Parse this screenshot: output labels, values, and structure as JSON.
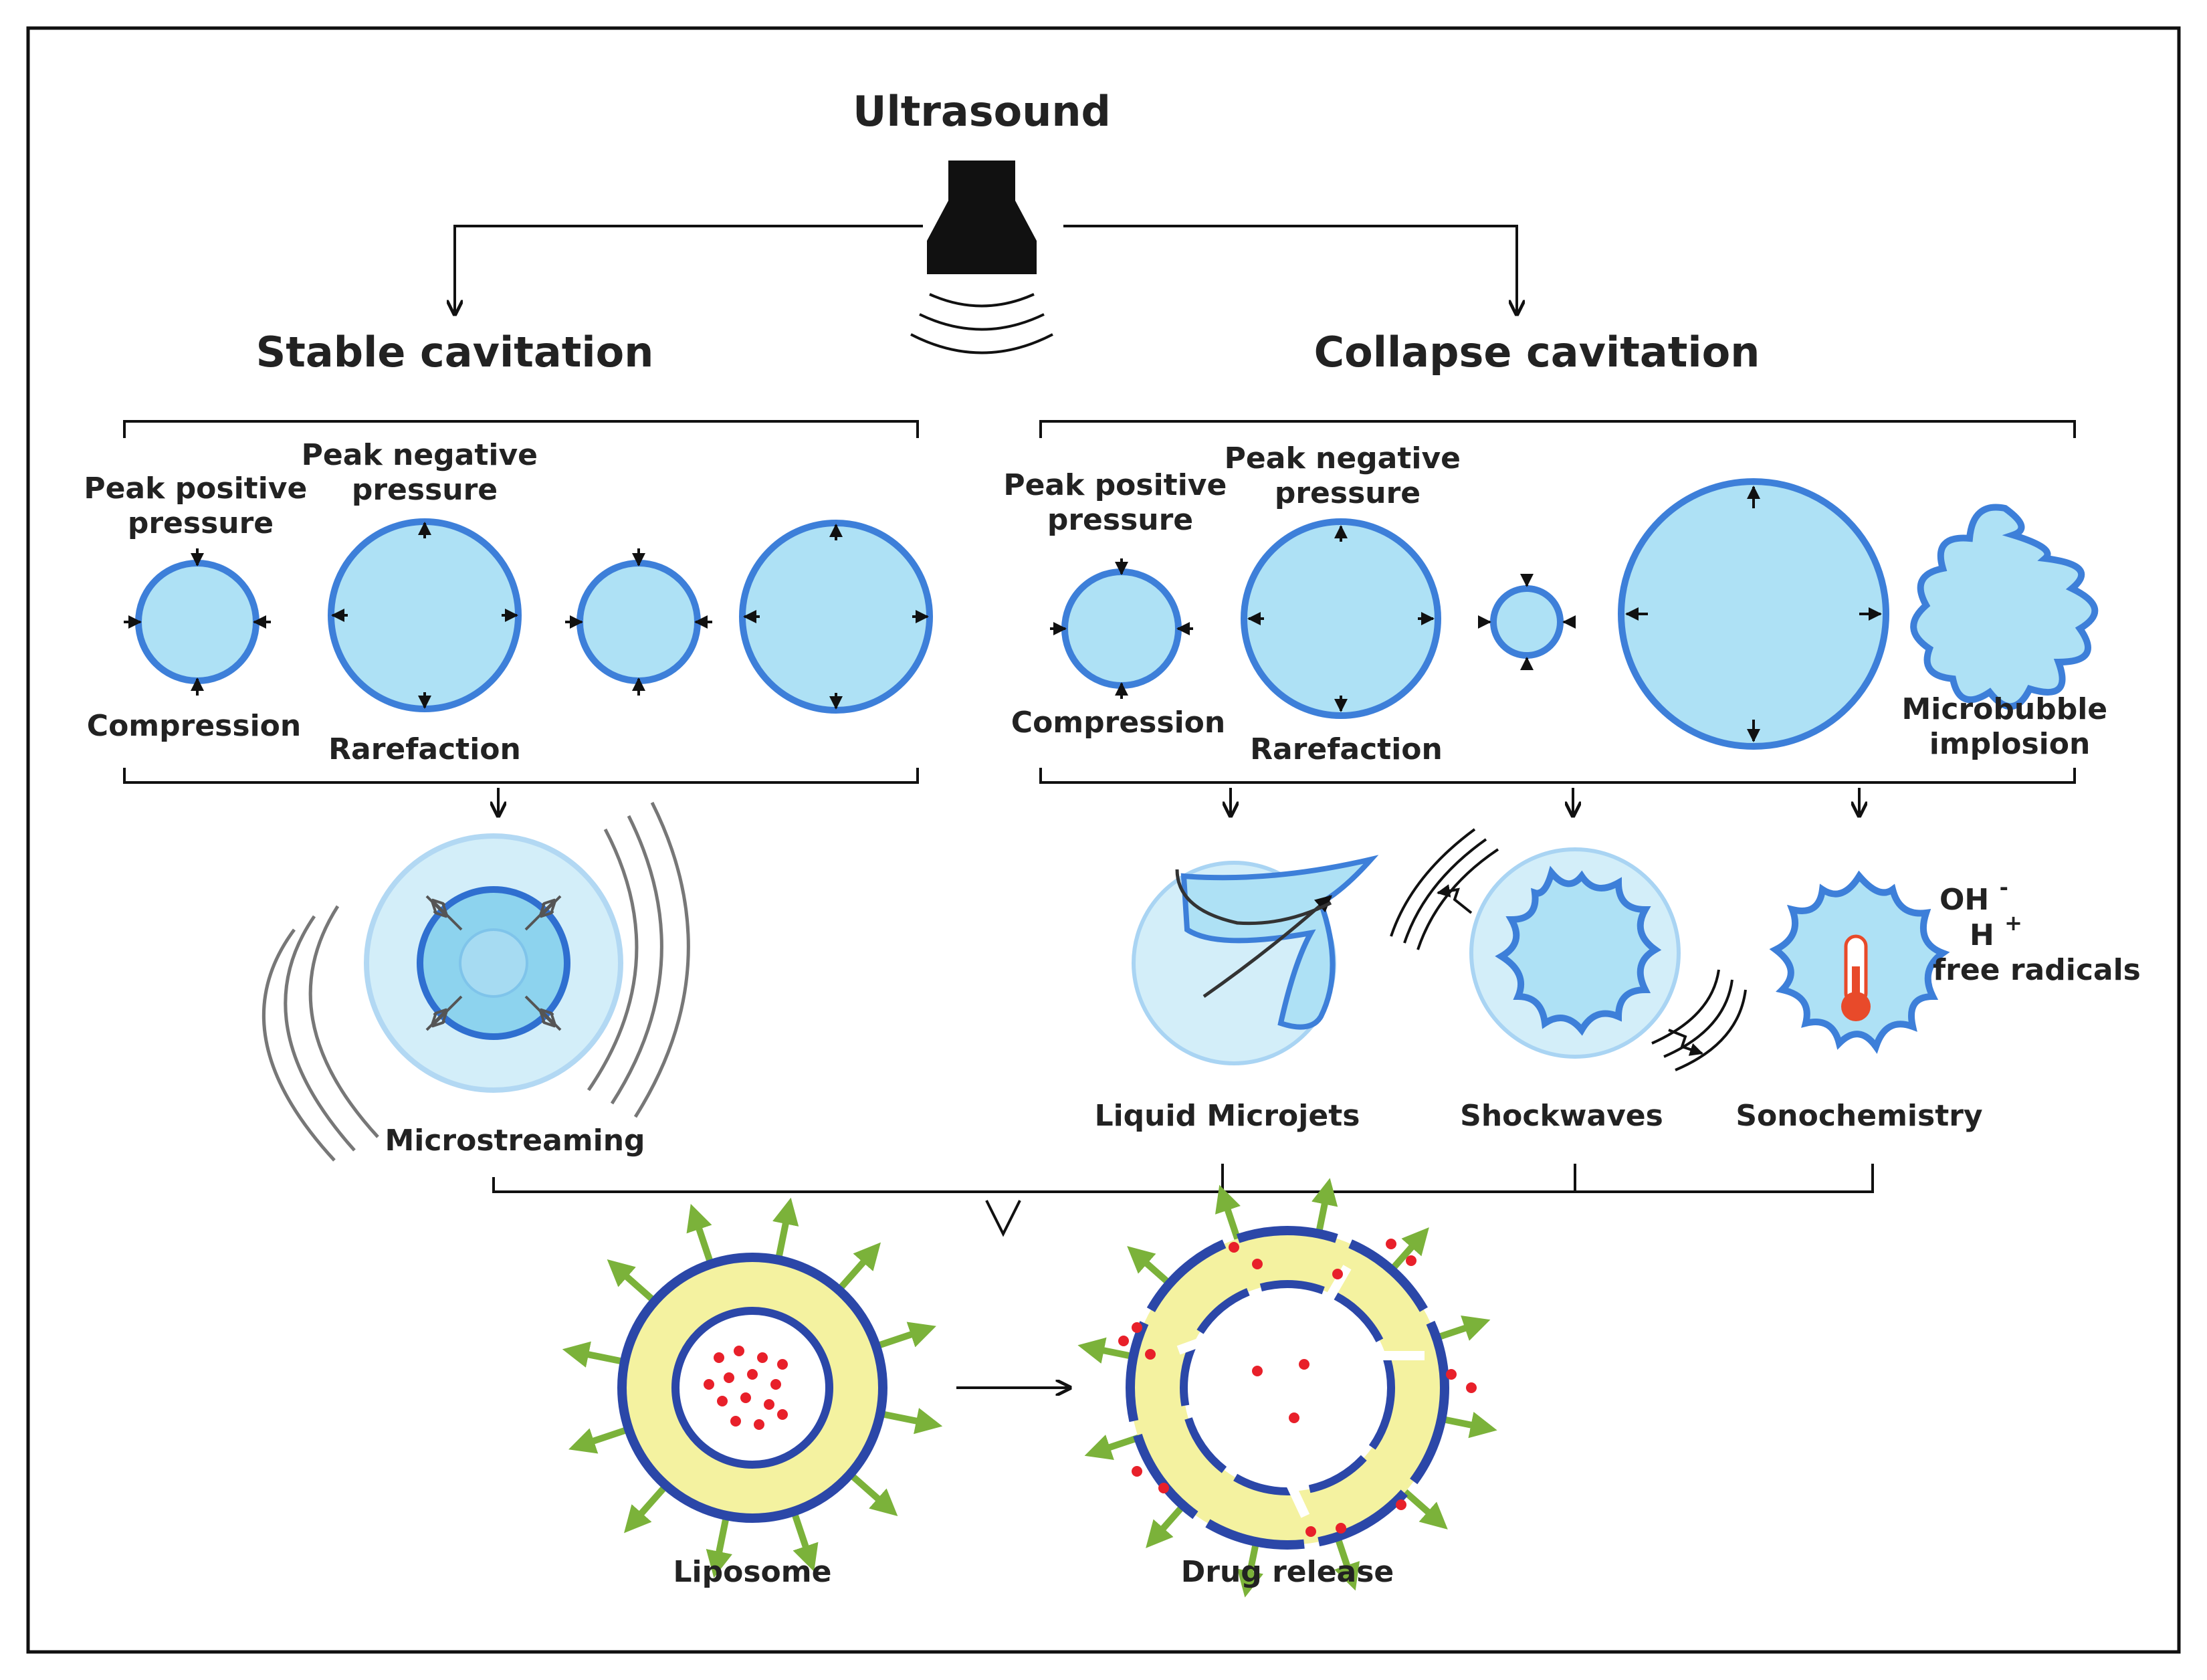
{
  "title": "Ultrasound",
  "colors": {
    "bubble_fill": "#aee1f5",
    "bubble_stroke": "#3d7fd9",
    "membrane_blue": "#2b47a8",
    "lipid_yellow": "#f4f2a0",
    "ligand_green": "#7bb23a",
    "drug_red": "#e8202a",
    "thermometer_red": "#e84a2a"
  },
  "stable": {
    "heading": "Stable cavitation",
    "peak_positive": "Peak positive pressure",
    "peak_negative": "Peak negative pressure",
    "compression": "Compression",
    "rarefaction": "Rarefaction",
    "outcome": "Microstreaming"
  },
  "collapse": {
    "heading": "Collapse cavitation",
    "peak_positive": "Peak positive pressure",
    "peak_negative": "Peak negative pressure",
    "compression": "Compression",
    "rarefaction": "Rarefaction",
    "implosion": "Microbubble implosion",
    "outcomes": [
      "Liquid Microjets",
      "Shockwaves",
      "Sonochemistry"
    ],
    "chem": {
      "oh": "OH",
      "oh_charge": "-",
      "h": "H",
      "h_charge": "+",
      "radicals": "free radicals"
    }
  },
  "result": {
    "liposome": "Liposome",
    "drug_release": "Drug release"
  }
}
